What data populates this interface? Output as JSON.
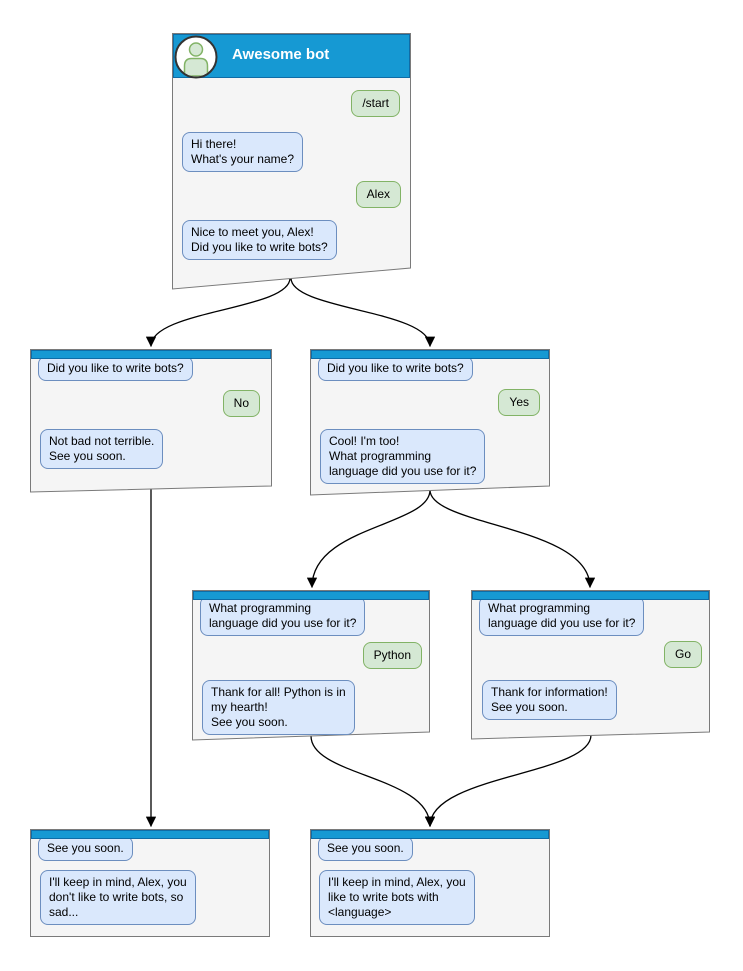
{
  "colors": {
    "header_blue": "#1699D3",
    "header_border": "#0F6CA6",
    "bot_bubble_fill": "#DAE8FC",
    "bot_bubble_border": "#6C8EBF",
    "user_bubble_fill": "#D5E8D4",
    "user_bubble_border": "#82B366",
    "frame_fill": "#F5F5F5",
    "frame_border": "#7A7A7A",
    "arrow": "#000000"
  },
  "nodes": {
    "root": {
      "title": "Awesome bot",
      "avatar_icon": "person-icon",
      "messages": [
        {
          "from": "user",
          "text": "/start"
        },
        {
          "from": "bot",
          "text": "Hi there!\nWhat's your name?"
        },
        {
          "from": "user",
          "text": "Alex"
        },
        {
          "from": "bot",
          "text": "Nice to meet you, Alex!\nDid you like to write bots?"
        }
      ]
    },
    "no_branch": {
      "messages": [
        {
          "from": "bot",
          "text": "Did you like to write bots?"
        },
        {
          "from": "user",
          "text": "No"
        },
        {
          "from": "bot",
          "text": "Not bad not terrible.\nSee you soon."
        }
      ]
    },
    "yes_branch": {
      "messages": [
        {
          "from": "bot",
          "text": "Did you like to write bots?"
        },
        {
          "from": "user",
          "text": "Yes"
        },
        {
          "from": "bot",
          "text": "Cool! I'm too!\nWhat programming\nlanguage did you use for it?"
        }
      ]
    },
    "python_branch": {
      "messages": [
        {
          "from": "bot",
          "text": "What programming\nlanguage did you use for it?"
        },
        {
          "from": "user",
          "text": "Python"
        },
        {
          "from": "bot",
          "text": "Thank for all! Python is in\nmy hearth!\nSee you soon."
        }
      ]
    },
    "go_branch": {
      "messages": [
        {
          "from": "bot",
          "text": "What programming\nlanguage did you use for it?"
        },
        {
          "from": "user",
          "text": "Go"
        },
        {
          "from": "bot",
          "text": "Thank for information!\nSee you soon."
        }
      ]
    },
    "end_no": {
      "messages": [
        {
          "from": "bot",
          "text": "See you soon."
        },
        {
          "from": "bot",
          "text": "I'll keep in mind, Alex, you\ndon't like to write bots, so\nsad..."
        }
      ]
    },
    "end_yes": {
      "messages": [
        {
          "from": "bot",
          "text": "See you soon."
        },
        {
          "from": "bot",
          "text": "I'll keep in mind, Alex, you\nlike to write bots with\n<language>"
        }
      ]
    }
  },
  "edges": [
    {
      "from": "root",
      "to": "no_branch"
    },
    {
      "from": "root",
      "to": "yes_branch"
    },
    {
      "from": "no_branch",
      "to": "end_no"
    },
    {
      "from": "yes_branch",
      "to": "python_branch"
    },
    {
      "from": "yes_branch",
      "to": "go_branch"
    },
    {
      "from": "python_branch",
      "to": "end_yes"
    },
    {
      "from": "go_branch",
      "to": "end_yes"
    }
  ]
}
